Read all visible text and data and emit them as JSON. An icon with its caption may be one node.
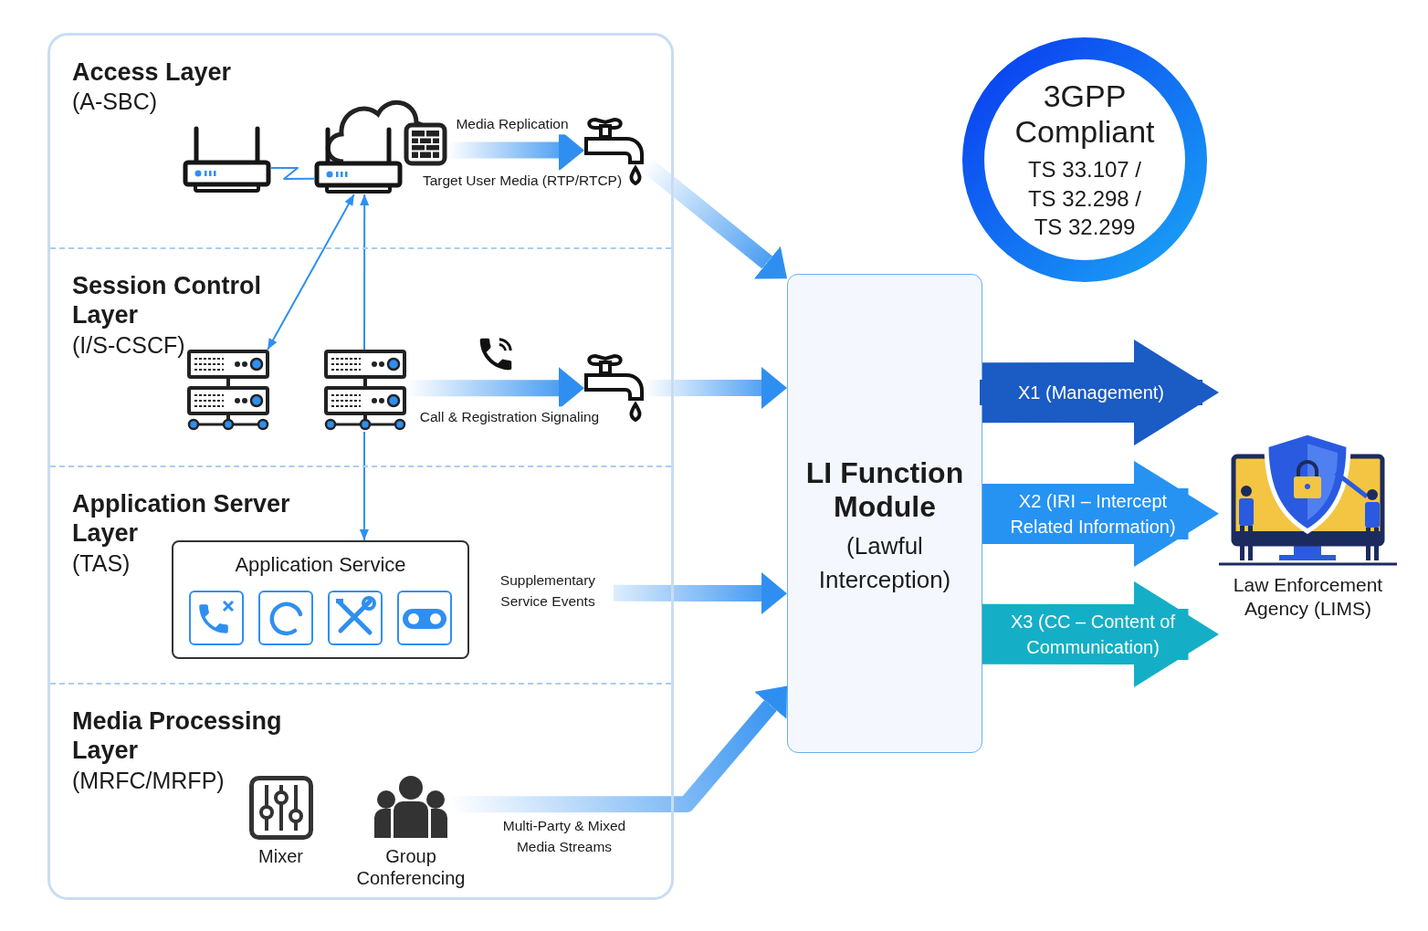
{
  "diagram": {
    "nodes": [
      {
        "text": [],
        "shape": "box"
      },
      {
        "text": [
          "Access Layer",
          "(A-SBC)"
        ],
        "in": 0
      },
      {
        "text": [
          "Session Control Layer",
          "(I/S-CSCF)"
        ],
        "in": 0
      },
      {
        "text": [
          "Application Server Layer",
          "(TAS)"
        ],
        "in": 0
      },
      {
        "text": [
          "Media Processing Layer",
          "(MRFC/MRFP)"
        ],
        "in": 0
      },
      {
        "text": [],
        "shape": "picture",
        "in": 1
      },
      {
        "text": [],
        "shape": "picture",
        "in": 1
      },
      {
        "text": [],
        "shape": "picture",
        "in": 1
      },
      {
        "text": [],
        "shape": "picture",
        "in": 2
      },
      {
        "text": [],
        "shape": "picture",
        "in": 2
      },
      {
        "text": [],
        "shape": "picture",
        "in": 2
      },
      {
        "text": [
          "Application Service"
        ],
        "in": 3
      },
      {
        "text": [
          "Mixer"
        ],
        "in": 4
      },
      {
        "text": [
          "Group Conferencing"
        ],
        "in": 4
      },
      {
        "text": [
          "LI Function Module",
          "(Lawful Interception)"
        ]
      },
      {
        "text": [
          "3GPP Compliant",
          "TS 33.107 / TS 32.298 / TS 32.299"
        ]
      },
      {
        "text": [
          "Law Enforcement Agency (LIMS)"
        ]
      }
    ],
    "edges": [
      {
        "from": 5,
        "to": 6,
        "arrow": "none"
      },
      {
        "from": 6,
        "to": 7,
        "arrow": "to",
        "label": "Media Replication",
        "style": "thick"
      },
      {
        "from": 7,
        "to": 14,
        "arrow": "to",
        "style": "thick"
      },
      {
        "from": 6,
        "to": 8,
        "arrow": "both"
      },
      {
        "from": 9,
        "to": 6,
        "arrow": "to"
      },
      {
        "from": 9,
        "to": 11,
        "arrow": "to"
      },
      {
        "from": 9,
        "to": 10,
        "arrow": "to",
        "label": "Call & Registration Signaling",
        "style": "thick"
      },
      {
        "from": 10,
        "to": 14,
        "arrow": "to",
        "style": "thick"
      },
      {
        "from": 11,
        "to": 14,
        "arrow": "to",
        "label": "Supplementary Service Events",
        "style": "thick"
      },
      {
        "from": 13,
        "to": 14,
        "arrow": "to",
        "label": "Multi-Party & Mixed Media Streams",
        "style": "thick"
      },
      {
        "from": 14,
        "to": 16,
        "arrow": "to",
        "label": "X1 (Management)",
        "style": "thick",
        "color": "#1a5bc4"
      },
      {
        "from": 14,
        "to": 16,
        "arrow": "to",
        "label": "X2 (IRI – Intercept Related Information)",
        "style": "thick",
        "color": "#2693f2"
      },
      {
        "from": 14,
        "to": 16,
        "arrow": "to",
        "label": "X3 (CC – Content of Communication)",
        "style": "thick",
        "color": "#14afc6"
      }
    ],
    "labels": [
      "Target User Media (RTP/RTCP)"
    ]
  }
}
